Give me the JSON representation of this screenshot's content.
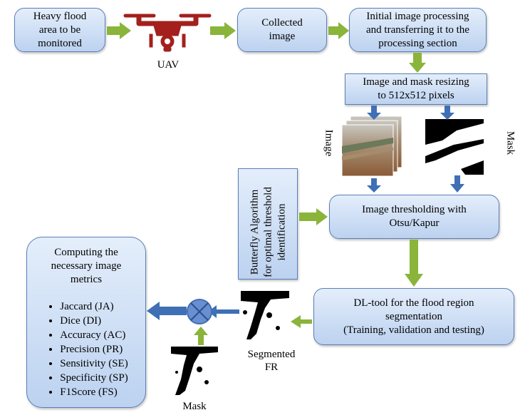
{
  "boxes": {
    "flood_area": "Heavy flood\narea to be\nmonitored",
    "collected": "Collected\nimage",
    "processing": "Initial image processing\nand transferring it to the\nprocessing section",
    "resizing": "Image and mask resizing\nto 512x512  pixels",
    "butterfly": "Butterfly  Algorithm\nfor optimal threshold\nidentification",
    "thresholding": "Image thresholding with\nOtsu/Kapur",
    "dl_tool": "DL-tool for the flood region\nsegmentation\n(Training,  validation and testing)",
    "metrics_title": "Computing the\nnecessary image\nmetrics"
  },
  "metrics": [
    "Jaccard (JA)",
    "Dice (DI)",
    "Accuracy (AC)",
    "Precision (PR)",
    "Sensitivity  (SE)",
    "Specificity  (SP)",
    "F1Score (FS)"
  ],
  "labels": {
    "uav": "UAV",
    "image": "Image",
    "mask_top": "Mask",
    "segmented": "Segmented\nFR",
    "mask_bottom": "Mask"
  },
  "colors": {
    "box_border": "#5b7fb6",
    "green_arrow": "#8ab43a",
    "blue_arrow": "#3f6fb5",
    "drone": "#a3201c"
  }
}
